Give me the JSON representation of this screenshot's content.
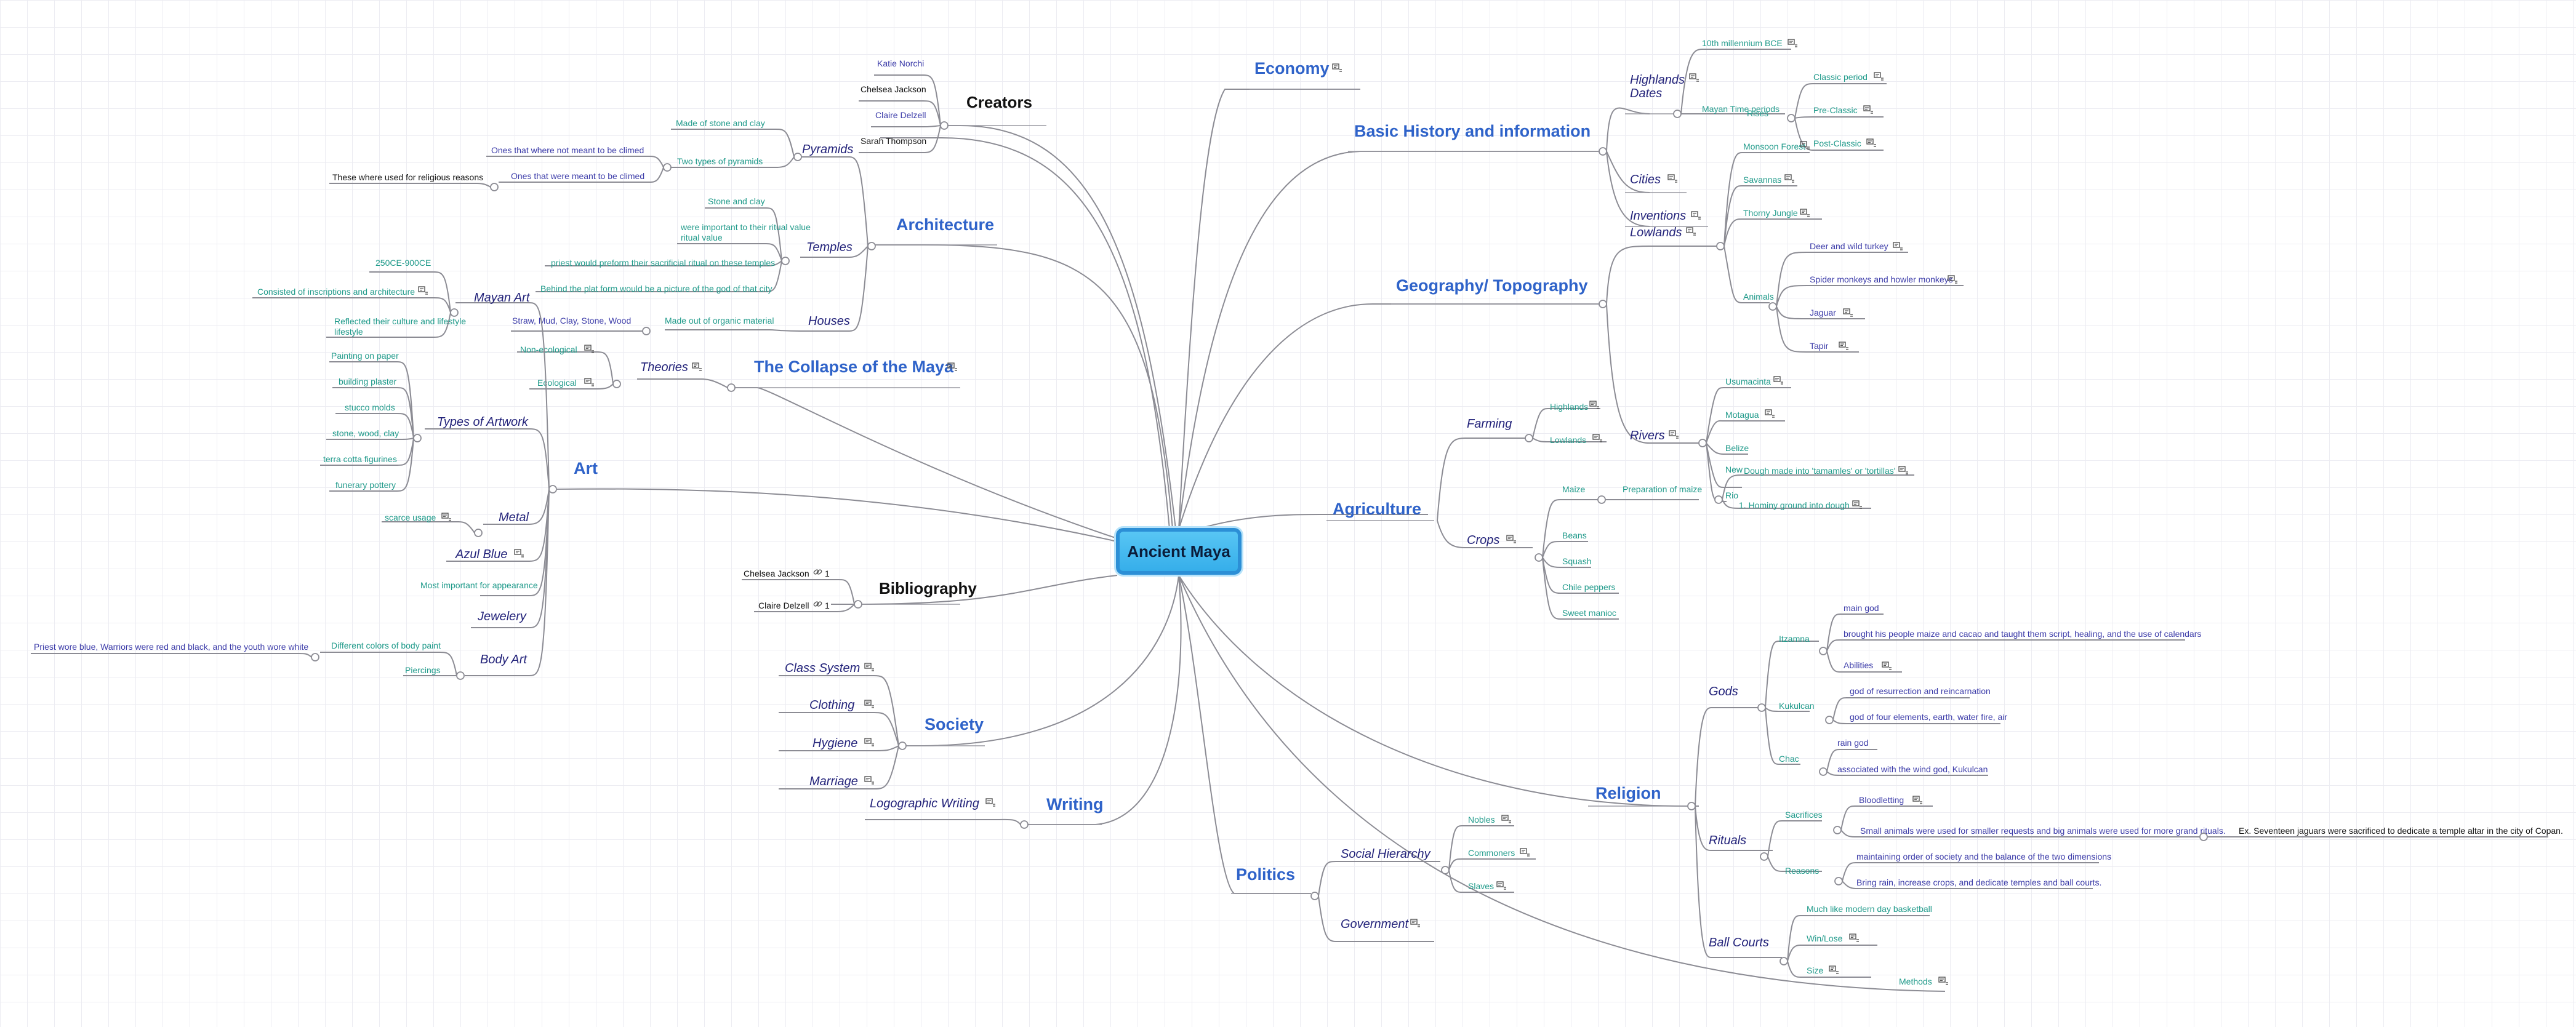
{
  "central_topic": "Ancient Maya",
  "note_icon": "note-icon",
  "link_icon": "link-icon",
  "colors": {
    "main_branch": "#2f63c9",
    "subtopic": "#23237a",
    "leaf": "#1f9a8a",
    "leaf_alt": "#3a3aa8",
    "central_fill": "#3fb6ee",
    "central_border": "#2c8fd6"
  },
  "economy": {
    "label": "Economy"
  },
  "basic_history": {
    "label": "Basic History and information",
    "highlands_dates": "Highlands\nDates",
    "bce": "10th millennium BCE",
    "mayan_time_periods": "Mayan Time periods",
    "rises": "Rises",
    "classic_period": "Classic period",
    "pre_classic": "Pre-Classic",
    "post_classic": "Post-Classic",
    "cities": "Cities",
    "inventions": "Inventions"
  },
  "geography": {
    "label": "Geography/ Topography",
    "lowlands": "Lowlands",
    "monsoon_forest": "Monsoon Forest",
    "savannas": "Savannas",
    "thorny_jungle": "Thorny Jungle",
    "animals": "Animals",
    "deer": "Deer and wild turkey",
    "spider_monkeys": "Spider monkeys and howler monkeys",
    "jaguar": "Jaguar",
    "tapir": "Tapir",
    "rivers": "Rivers",
    "usumacinta": "Usumacinta",
    "motagua": "Motagua",
    "belize": "Belize",
    "new": "New",
    "rio": "Rio"
  },
  "agriculture": {
    "label": "Agriculture",
    "farming": "Farming",
    "highlands": "Highlands",
    "lowlands": "Lowlands",
    "crops": "Crops",
    "maize": "Maize",
    "prep_maize": "Preparation of maize",
    "dough": "Dough made into 'tamamles' or 'tortillas'",
    "hominy": "1. Hominy ground into dough",
    "beans": "Beans",
    "squash": "Squash",
    "chile": "Chile peppers",
    "manioc": "Sweet manioc"
  },
  "religion": {
    "label": "Religion",
    "gods": "Gods",
    "itzamna": "Itzamna",
    "main_god": "main god",
    "itzamna_desc": "brought his people maize and cacao and taught them script, healing, and the use of calendars",
    "abilities": "Abilities",
    "kukulcan": "Kukulcan",
    "kuk_1": "god of resurrection and reincarnation",
    "kuk_2": "god of four elements, earth, water fire, air",
    "chac": "Chac",
    "rain_god": "rain god",
    "chac_desc": "associated with the wind god, Kukulcan",
    "rituals": "Rituals",
    "sacrifices": "Sacrifices",
    "bloodletting": "Bloodletting",
    "small_animals": "Small animals were used for smaller requests and big animals were used for more grand rituals.",
    "jaguars": "Ex. Seventeen jaguars were sacrificed to dedicate a temple altar in the city of Copan.",
    "reasons": "Reasons",
    "reason_1": "maintaining order of society and the balance of the two dimensions",
    "reason_2": "Bring rain, increase crops, and dedicate temples and ball courts.",
    "ball_courts": "Ball Courts",
    "basketball": "Much like modern day basketball",
    "win_lose": "Win/Lose",
    "size": "Size",
    "methods": "Methods"
  },
  "politics": {
    "label": "Politics",
    "social_hierarchy": "Social Hierarchy",
    "nobles": "Nobles",
    "commoners": "Commoners",
    "slaves": "Slaves",
    "government": "Government"
  },
  "writing": {
    "label": "Writing",
    "logographic": "Logographic Writing"
  },
  "society": {
    "label": "Society",
    "class_system": "Class System",
    "clothing": "Clothing",
    "hygiene": "Hygiene",
    "marriage": "Marriage"
  },
  "bibliography": {
    "label": "Bibliography",
    "chelsea": "Chelsea Jackson",
    "claire": "Claire Delzell",
    "link_count": "1"
  },
  "creators": {
    "label": "Creators",
    "katie": "Katie Norchi",
    "chelsea": "Chelsea Jackson",
    "claire": "Claire Delzell",
    "sarah": "Sarah Thompson"
  },
  "architecture": {
    "label": "Architecture",
    "pyramids": "Pyramids",
    "made_of_stone": "Made of stone and clay",
    "two_types": "Two types of pyramids",
    "not_climbed": "Ones that where not meant to be climed",
    "climbed": "Ones that were meant to be climed",
    "religious": "These where used for religious reasons",
    "temples": "Temples",
    "stone_clay": "Stone and clay",
    "important_ritual": "were important to their ritual value",
    "priest": "priest would preform their sacrificial ritual on these temples",
    "behind_plat": "Behind the plat form would be a picture of the god of that city",
    "houses": "Houses",
    "organic": "Made out of organic material",
    "straw": "Straw, Mud, Clay, Stone, Wood"
  },
  "collapse": {
    "label": "The Collapse of the Maya",
    "theories": "Theories",
    "non_ecological": "Non-ecological",
    "ecological": "Ecological"
  },
  "art": {
    "label": "Art",
    "mayan_art": "Mayan Art",
    "date_range": "250CE-900CE",
    "inscriptions": "Consisted of inscriptions and architecture",
    "reflected": "Reflected their culture and lifestyle",
    "types_of_artwork": "Types of Artwork",
    "painting": "Painting on paper",
    "building_plaster": "building plaster",
    "stucco": "stucco molds",
    "stone_wood": "stone, wood, clay",
    "terra_cotta": "terra cotta figurines",
    "funerary": "funerary pottery",
    "metal": "Metal",
    "scarce": "scarce usage",
    "azul_blue": "Azul Blue",
    "appearance": "Most important for appearance",
    "jewelery": "Jewelery",
    "body_art": "Body Art",
    "body_paint": "Different colors of body paint",
    "priest_wore": "Priest wore blue, Warriors were red and black, and the youth wore white",
    "piercings": "Piercings"
  }
}
